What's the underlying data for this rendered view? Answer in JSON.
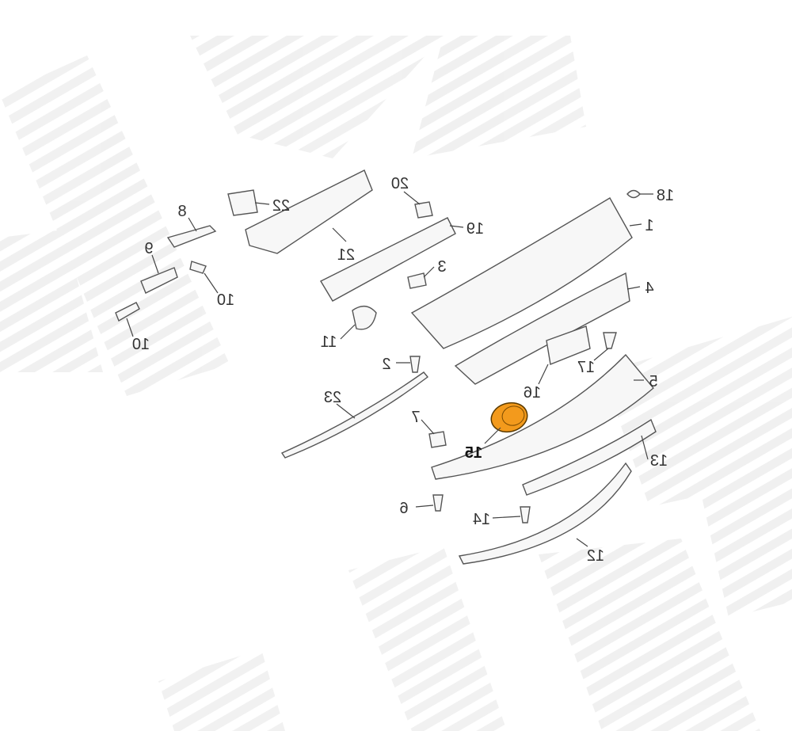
{
  "diagram": {
    "highlight_color": "#f39a1c",
    "highlighted_part": "15",
    "callouts": [
      {
        "id": "8",
        "text": "8"
      },
      {
        "id": "22",
        "text": "22"
      },
      {
        "id": "20",
        "text": "20"
      },
      {
        "id": "18",
        "text": "18"
      },
      {
        "id": "1",
        "text": "1"
      },
      {
        "id": "19",
        "text": "19"
      },
      {
        "id": "9",
        "text": "9"
      },
      {
        "id": "21",
        "text": "21"
      },
      {
        "id": "3",
        "text": "3"
      },
      {
        "id": "10a",
        "text": "10"
      },
      {
        "id": "4",
        "text": "4"
      },
      {
        "id": "10b",
        "text": "10"
      },
      {
        "id": "11",
        "text": "11"
      },
      {
        "id": "2",
        "text": "2"
      },
      {
        "id": "17",
        "text": "17"
      },
      {
        "id": "16",
        "text": "16"
      },
      {
        "id": "5",
        "text": "5"
      },
      {
        "id": "23",
        "text": "23"
      },
      {
        "id": "7",
        "text": "7"
      },
      {
        "id": "15",
        "text": "15"
      },
      {
        "id": "13",
        "text": "13"
      },
      {
        "id": "6",
        "text": "6"
      },
      {
        "id": "14",
        "text": "14"
      },
      {
        "id": "12",
        "text": "12"
      }
    ]
  }
}
